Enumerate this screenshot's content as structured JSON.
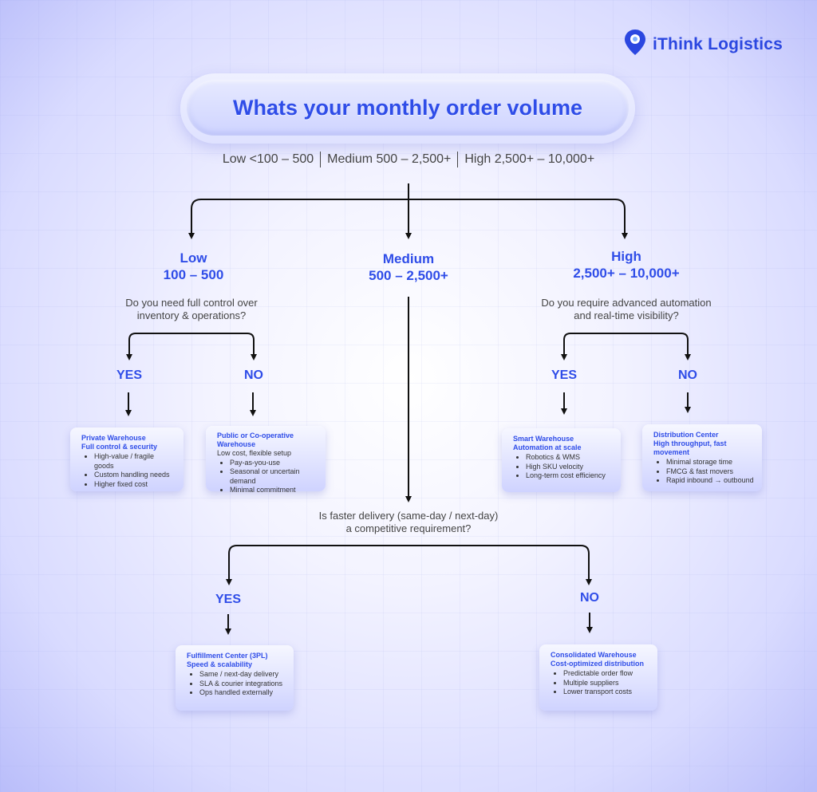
{
  "brand": {
    "name": "iThink Logistics",
    "icon": "location-pin-icon",
    "color": "#2b47e0"
  },
  "title": "Whats your monthly order volume",
  "legend": [
    "Low <100 – 500",
    "Medium 500 – 2,500+",
    "High 2,500+ – 10,000+"
  ],
  "branches": {
    "low": {
      "name": "Low",
      "range": "100 – 500"
    },
    "medium": {
      "name": "Medium",
      "range": "500 – 2,500+"
    },
    "high": {
      "name": "High",
      "range": "2,500+ – 10,000+"
    }
  },
  "questions": {
    "low": [
      "Do you need full control over",
      "inventory & operations?"
    ],
    "high": [
      "Do you require advanced automation",
      "and real-time visibility?"
    ],
    "medium": [
      "Is faster delivery (same-day / next-day)",
      "a competitive requirement?"
    ]
  },
  "answers": {
    "yes": "YES",
    "no": "NO"
  },
  "cards": {
    "private": {
      "title": [
        "Private Warehouse",
        "Full control & security"
      ],
      "bullets": [
        "High-value / fragile goods",
        "Custom handling needs",
        "Higher fixed cost"
      ]
    },
    "public": {
      "title": [
        "Public or Co-operative",
        "Warehouse"
      ],
      "sub": "Low cost, flexible setup",
      "bullets": [
        "Pay-as-you-use",
        "Seasonal or uncertain demand",
        "Minimal commitment"
      ]
    },
    "smart": {
      "title": [
        "Smart Warehouse",
        "Automation at scale"
      ],
      "bullets": [
        "Robotics & WMS",
        "High SKU velocity",
        "Long-term cost efficiency"
      ]
    },
    "distribution": {
      "title": [
        "Distribution Center",
        "High throughput, fast",
        "movement"
      ],
      "bullets": [
        "Minimal storage time",
        "FMCG & fast movers",
        "Rapid inbound → outbound"
      ]
    },
    "fulfillment": {
      "title": [
        "Fulfillment Center (3PL)",
        "Speed & scalability"
      ],
      "bullets": [
        "Same / next-day delivery",
        "SLA & courier integrations",
        "Ops handled externally"
      ]
    },
    "consolidated": {
      "title": [
        "Consolidated Warehouse",
        "Cost-optimized distribution"
      ],
      "bullets": [
        "Predictable order flow",
        "Multiple suppliers",
        "Lower transport costs"
      ]
    }
  },
  "colors": {
    "accent": "#2f4de8",
    "text": "#444444",
    "line": "#111111"
  }
}
